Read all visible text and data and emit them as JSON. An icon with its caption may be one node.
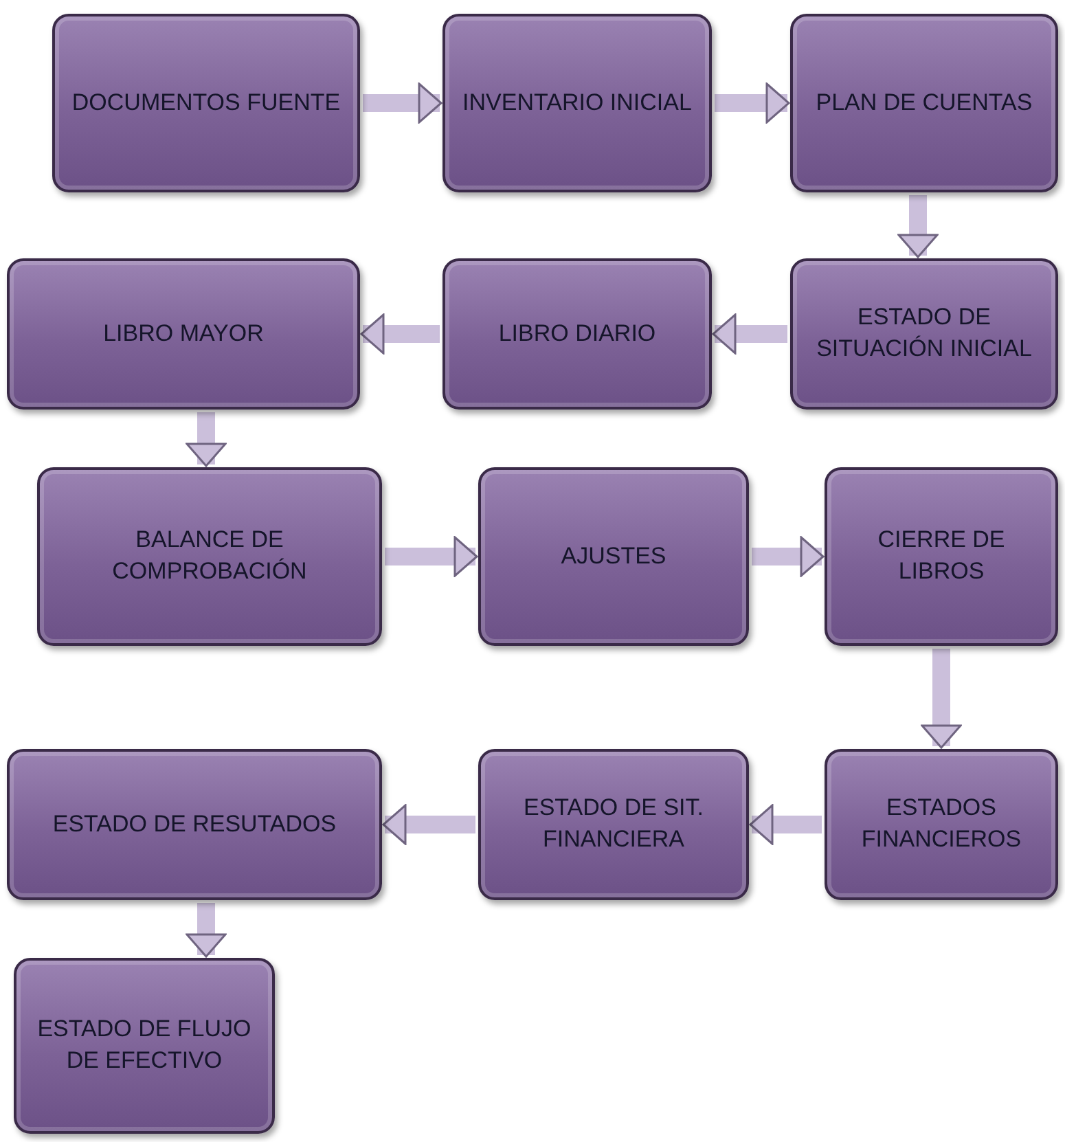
{
  "diagram": {
    "nodes": [
      {
        "text": [
          "DOCUMENTOS FUENTE"
        ]
      },
      {
        "text": [
          "INVENTARIO INICIAL"
        ]
      },
      {
        "text": [
          "PLAN DE CUENTAS"
        ]
      },
      {
        "text": [
          "ESTADO DE SITUACIÓN INICIAL"
        ]
      },
      {
        "text": [
          "LIBRO DIARIO"
        ]
      },
      {
        "text": [
          "LIBRO MAYOR"
        ]
      },
      {
        "text": [
          "BALANCE DE COMPROBACIÓN"
        ]
      },
      {
        "text": [
          "AJUSTES"
        ]
      },
      {
        "text": [
          "CIERRE DE LIBROS"
        ]
      },
      {
        "text": [
          "ESTADOS FINANCIEROS"
        ]
      },
      {
        "text": [
          "ESTADO DE SIT. FINANCIERA"
        ]
      },
      {
        "text": [
          "ESTADO DE RESUTADOS"
        ]
      },
      {
        "text": [
          "ESTADO DE FLUJO DE EFECTIVO"
        ]
      }
    ],
    "edges": [
      {
        "from": 0,
        "to": 1,
        "arrow": "to"
      },
      {
        "from": 1,
        "to": 2,
        "arrow": "to"
      },
      {
        "from": 2,
        "to": 3,
        "arrow": "to"
      },
      {
        "from": 3,
        "to": 4,
        "arrow": "to"
      },
      {
        "from": 4,
        "to": 5,
        "arrow": "to"
      },
      {
        "from": 5,
        "to": 6,
        "arrow": "to"
      },
      {
        "from": 6,
        "to": 7,
        "arrow": "to"
      },
      {
        "from": 7,
        "to": 8,
        "arrow": "to"
      },
      {
        "from": 8,
        "to": 9,
        "arrow": "to"
      },
      {
        "from": 9,
        "to": 10,
        "arrow": "to"
      },
      {
        "from": 10,
        "to": 11,
        "arrow": "to"
      },
      {
        "from": 11,
        "to": 12,
        "arrow": "to"
      }
    ]
  }
}
